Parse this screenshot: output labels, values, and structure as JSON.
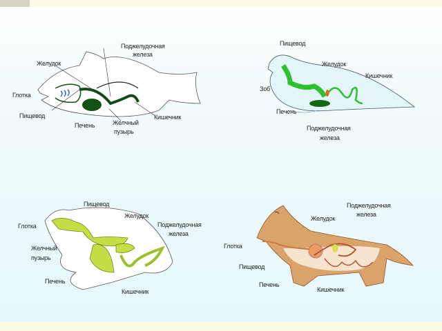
{
  "fish": {
    "pancreas": [
      "Поджелудочная",
      "железа"
    ],
    "stomach": "Желудок",
    "pharynx": "Глотка",
    "esophagus": "Пищевод",
    "liver": "Печень",
    "gallbladder": [
      "Желчный",
      "пузырь"
    ],
    "intestine": "Кишечник"
  },
  "bird": {
    "esophagus": "Пищевод",
    "stomach": "Желудок",
    "intestine": "Кишечник",
    "crop": "Зоб",
    "liver": "Печень",
    "pancreas": [
      "Поджелудочная",
      "железа"
    ]
  },
  "frog": {
    "esophagus": "Пищевод",
    "stomach": "Желудок",
    "pharynx": "Глотка",
    "pancreas": [
      "Поджелудочная",
      "железа"
    ],
    "gallbladder": [
      "Желчный",
      "пузырь"
    ],
    "liver": "Печень",
    "intestine": "Кишечник"
  },
  "dog": {
    "pancreas": [
      "Поджелудочная",
      "железа"
    ],
    "stomach": "Желудок",
    "pharynx": "Глотка",
    "esophagus": "Пищевод",
    "liver": "Печень",
    "intestine": "Кишечник"
  }
}
